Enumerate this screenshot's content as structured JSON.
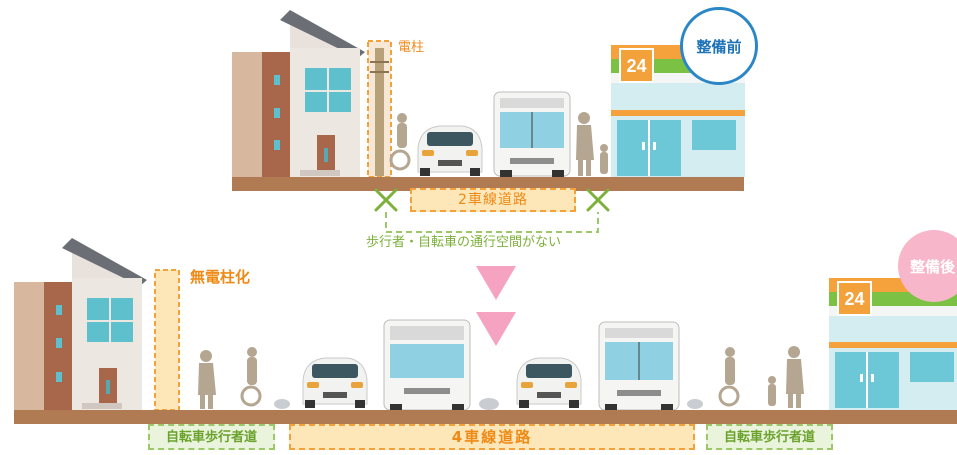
{
  "before": {
    "badge": "整備前",
    "pole_label": "電柱",
    "road_label": "2車線道路",
    "note": "歩行者・自転車の通行空間がない",
    "store_number": "24"
  },
  "after": {
    "badge": "整備後",
    "no_pole_label": "無電柱化",
    "road_label": "4車線道路",
    "side_lane_left": "自転車歩行者道",
    "side_lane_right": "自転車歩行者道",
    "store_number": "24"
  },
  "colors": {
    "accent_orange": "#ef8a16",
    "accent_green": "#7cb13a",
    "before_badge_blue": "#1f74b7",
    "after_badge_pink": "#f7b6c9",
    "ground": "#b07a53"
  }
}
